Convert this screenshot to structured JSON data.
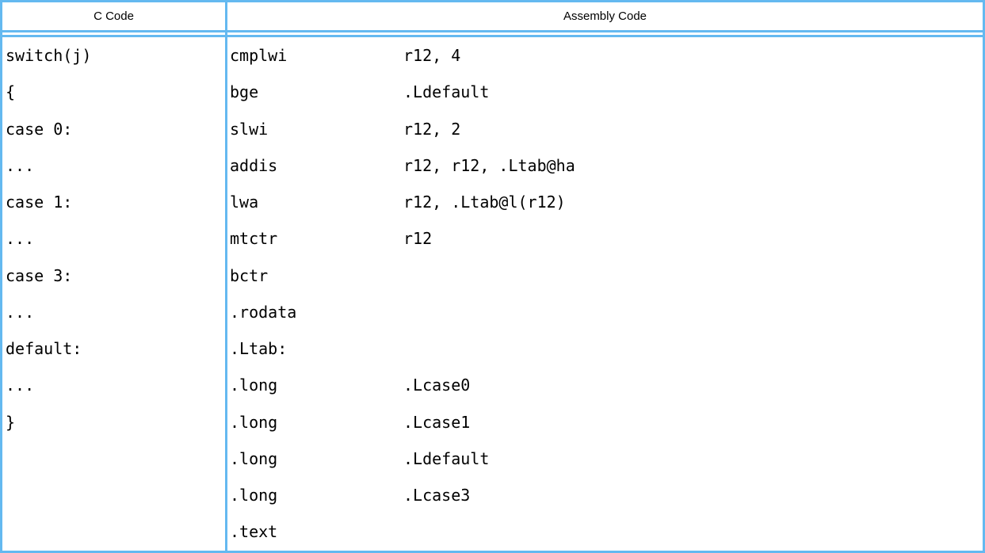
{
  "accent_color": "#64b9f0",
  "table": {
    "headers": [
      {
        "label": "C Code"
      },
      {
        "label": "Assembly Code"
      }
    ],
    "c_code_lines": [
      "switch(j)",
      "{",
      "case 0:",
      "...",
      "case 1:",
      "...",
      "case 3:",
      "...",
      "default:",
      "...",
      "}"
    ],
    "assembly_lines": [
      {
        "mnemonic": "cmplwi",
        "operands": "r12, 4"
      },
      {
        "mnemonic": "bge",
        "operands": ".Ldefault"
      },
      {
        "mnemonic": "slwi",
        "operands": "r12, 2"
      },
      {
        "mnemonic": "addis",
        "operands": "r12, r12, .Ltab@ha"
      },
      {
        "mnemonic": "lwa",
        "operands": "r12, .Ltab@l(r12)"
      },
      {
        "mnemonic": "mtctr",
        "operands": "r12"
      },
      {
        "mnemonic": "bctr",
        "operands": ""
      },
      {
        "mnemonic": ".rodata",
        "operands": ""
      },
      {
        "mnemonic": ".Ltab:",
        "operands": ""
      },
      {
        "mnemonic": ".long",
        "operands": ".Lcase0"
      },
      {
        "mnemonic": ".long",
        "operands": ".Lcase1"
      },
      {
        "mnemonic": ".long",
        "operands": ".Ldefault"
      },
      {
        "mnemonic": ".long",
        "operands": ".Lcase3"
      },
      {
        "mnemonic": ".text",
        "operands": ""
      }
    ]
  }
}
